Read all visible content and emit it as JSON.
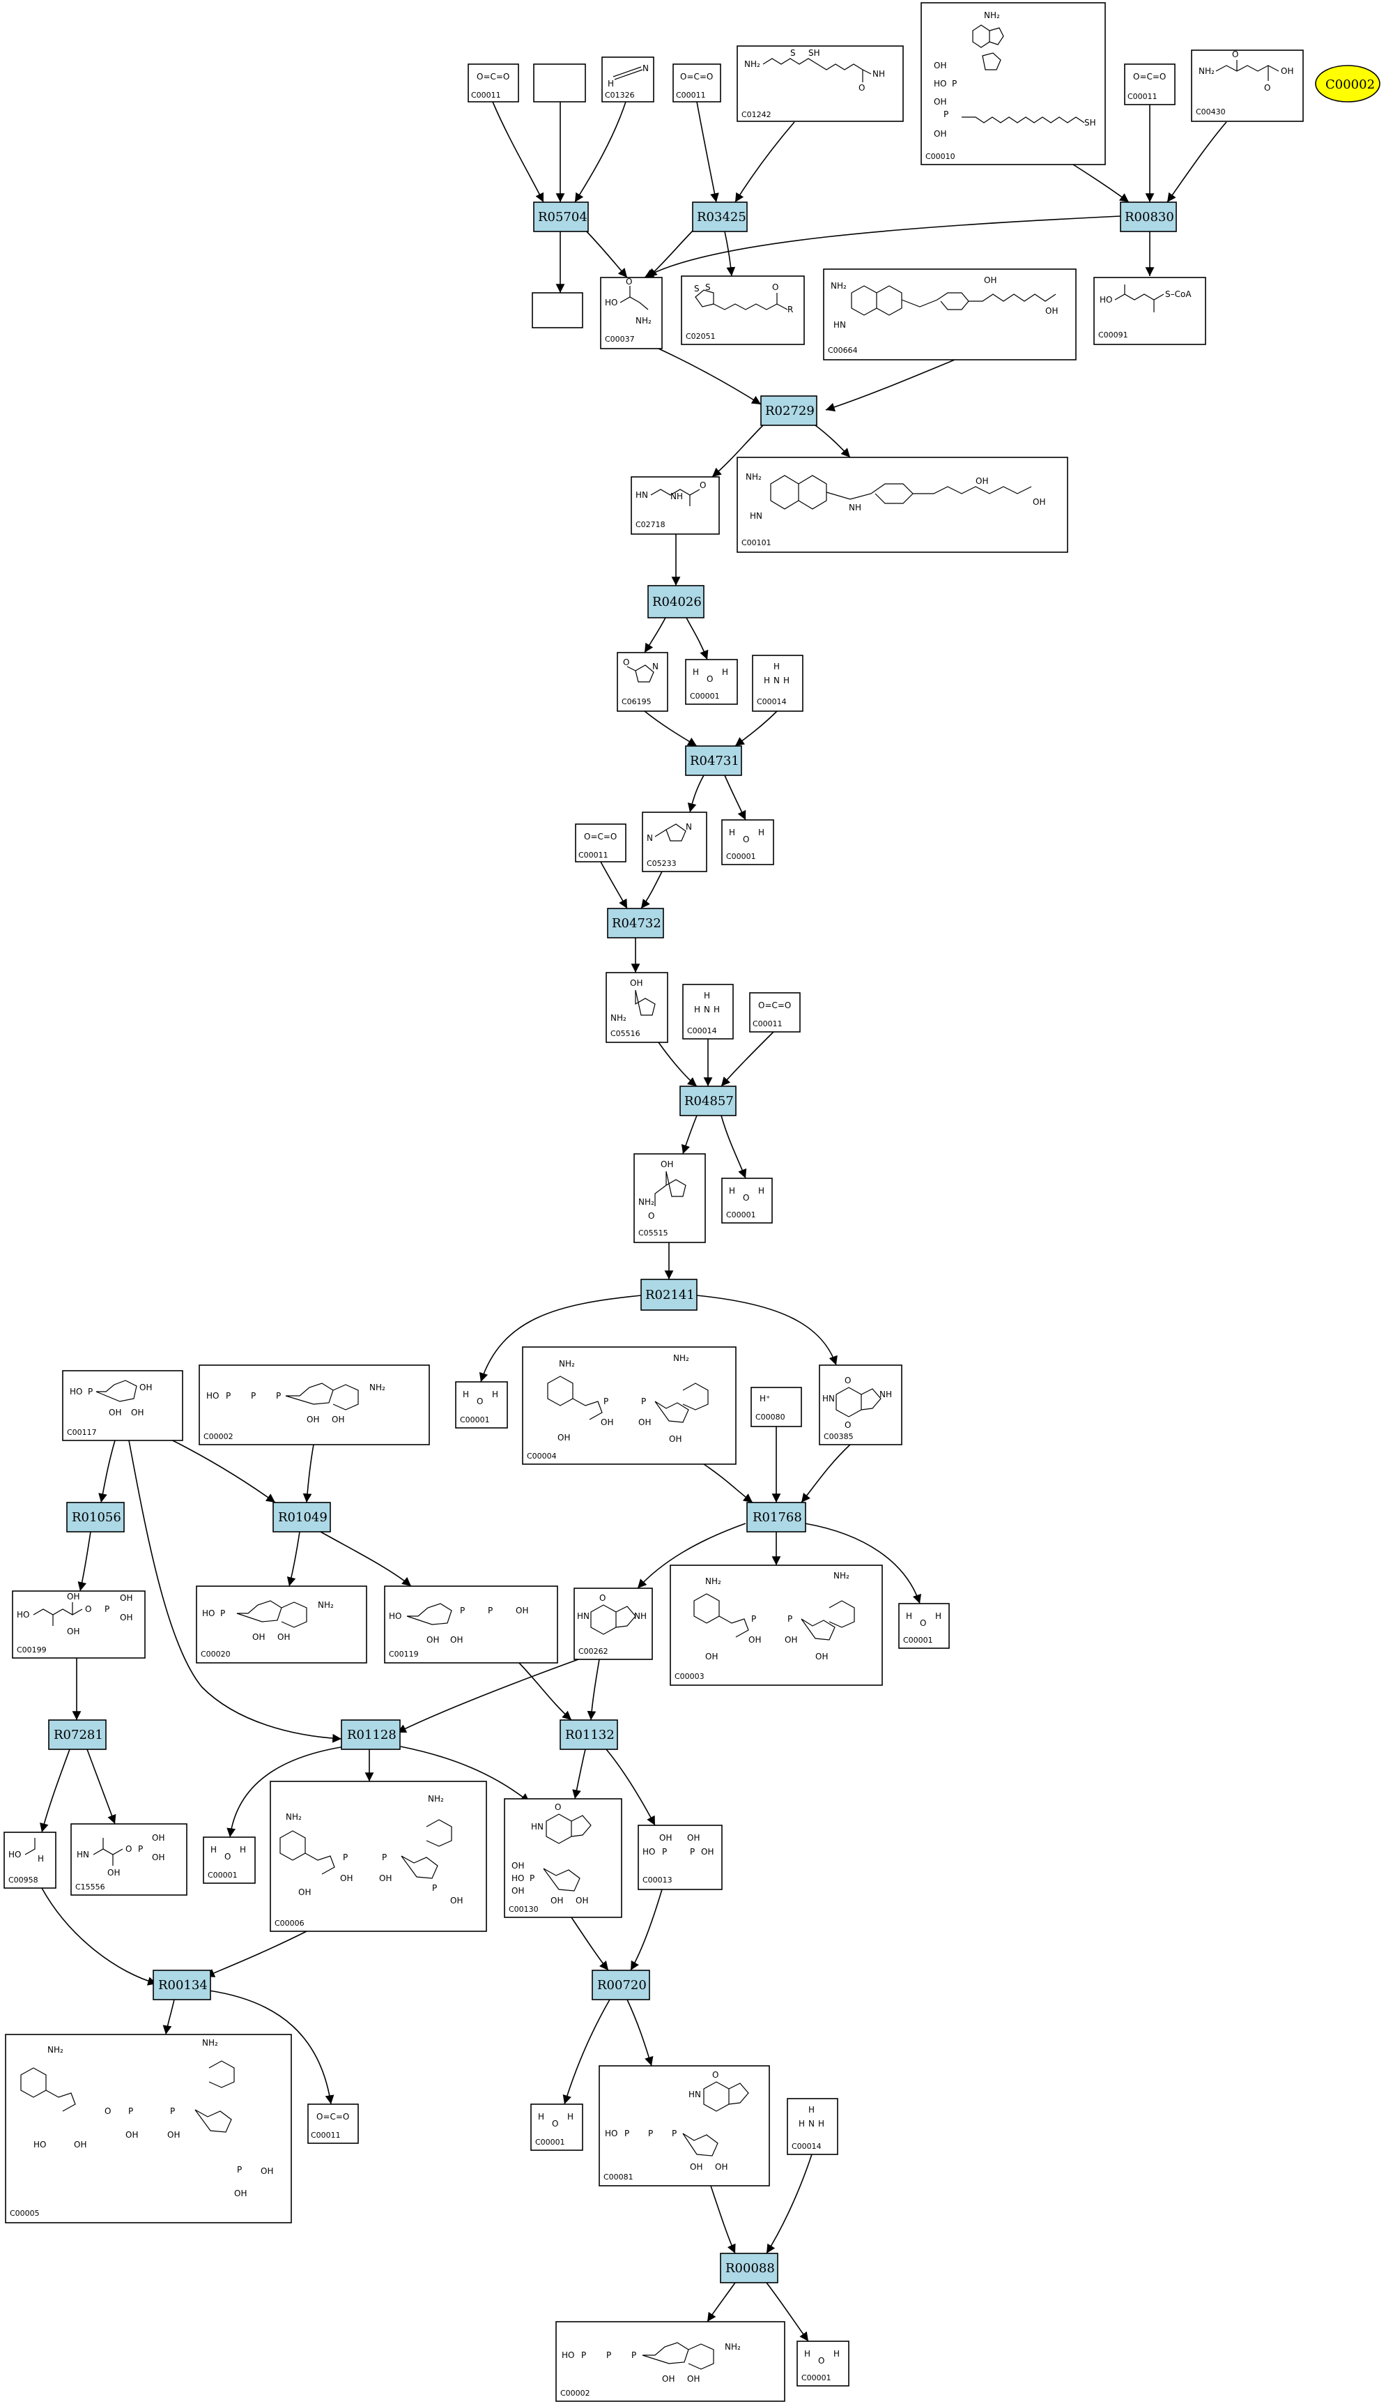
{
  "highlight": {
    "label": "C00002",
    "fill": "#ffff00"
  },
  "reaction_fill": "#add8e6",
  "reactions": {
    "R05704": "R05704",
    "R03425": "R03425",
    "R00830": "R00830",
    "R02729": "R02729",
    "R04026": "R04026",
    "R04731": "R04731",
    "R04732": "R04732",
    "R04857": "R04857",
    "R02141": "R02141",
    "R01056": "R01056",
    "R01049": "R01049",
    "R01768": "R01768",
    "R07281": "R07281",
    "R01128": "R01128",
    "R01132": "R01132",
    "R00134": "R00134",
    "R00720": "R00720",
    "R00088": "R00088"
  },
  "compounds": {
    "c1": "C00011",
    "c2": "",
    "c3": "C01326",
    "c4": "C00011",
    "c5": "C01242",
    "c6": "C00010",
    "c7": "C00011",
    "c8": "C00430",
    "c9": "",
    "c10": "C00037",
    "c11": "C02051",
    "c12": "C00664",
    "c13": "C00091",
    "c14": "C02718",
    "c15": "C00101",
    "c16": "C06195",
    "c17": "C00001",
    "c18": "C00014",
    "c19": "C00011",
    "c20": "C05233",
    "c21": "C00001",
    "c22": "C05516",
    "c23": "C00014",
    "c24": "C00011",
    "c25": "C05515",
    "c26": "C00001",
    "c27": "C00117",
    "c28": "C00002",
    "c29": "C00001",
    "c30": "C00004",
    "c31": "C00080",
    "c32": "C00385",
    "c33": "C00199",
    "c34": "C00020",
    "c35": "C00119",
    "c36": "C00262",
    "c37": "C00003",
    "c38": "C00001",
    "c39": "C00958",
    "c40": "C15556",
    "c41": "C00001",
    "c42": "C00006",
    "c43": "C00130",
    "c44": "C00013",
    "c45": "C00005",
    "c46": "C00011",
    "c47": "C00001",
    "c48": "C00081",
    "c49": "C00014",
    "c50": "C00002",
    "c51": "C00001"
  },
  "atoms": {
    "h2o_h": "H",
    "h2o_o": "O",
    "nh3_n": "N",
    "nh3_h": "H",
    "hplus": "H⁺",
    "co2": "O=C=O",
    "oh": "OH",
    "nh2": "NH₂",
    "hn": "HN",
    "nh": "NH",
    "n": "N",
    "p": "P",
    "o": "O",
    "sh": "SH",
    "ho": "HO",
    "coa": "S–CoA",
    "r": "R",
    "s": "S"
  }
}
